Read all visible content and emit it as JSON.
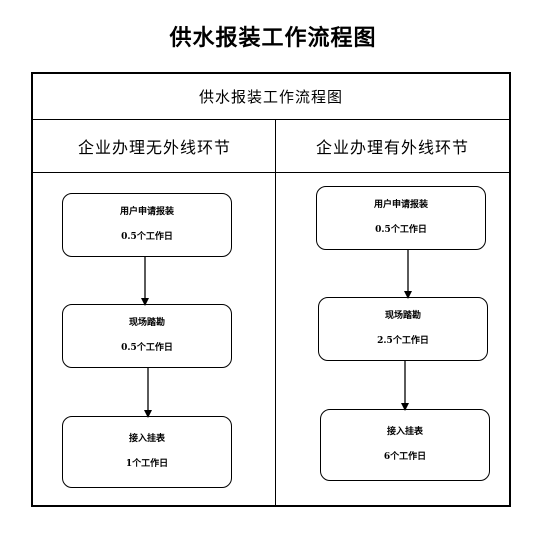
{
  "title": "供水报装工作流程图",
  "box_title": "供水报装工作流程图",
  "columns": [
    {
      "header": "企业办理无外线环节",
      "steps": [
        {
          "label": "用户申请报装",
          "duration": "0.5个工作日"
        },
        {
          "label": "现场踏勘",
          "duration": "0.5个工作日"
        },
        {
          "label": "接入挂表",
          "duration": "1个工作日"
        }
      ]
    },
    {
      "header": "企业办理有外线环节",
      "steps": [
        {
          "label": "用户申请报装",
          "duration": "0.5个工作日"
        },
        {
          "label": "现场踏勘",
          "duration": "2.5个工作日"
        },
        {
          "label": "接入挂表",
          "duration": "6个工作日"
        }
      ]
    }
  ]
}
